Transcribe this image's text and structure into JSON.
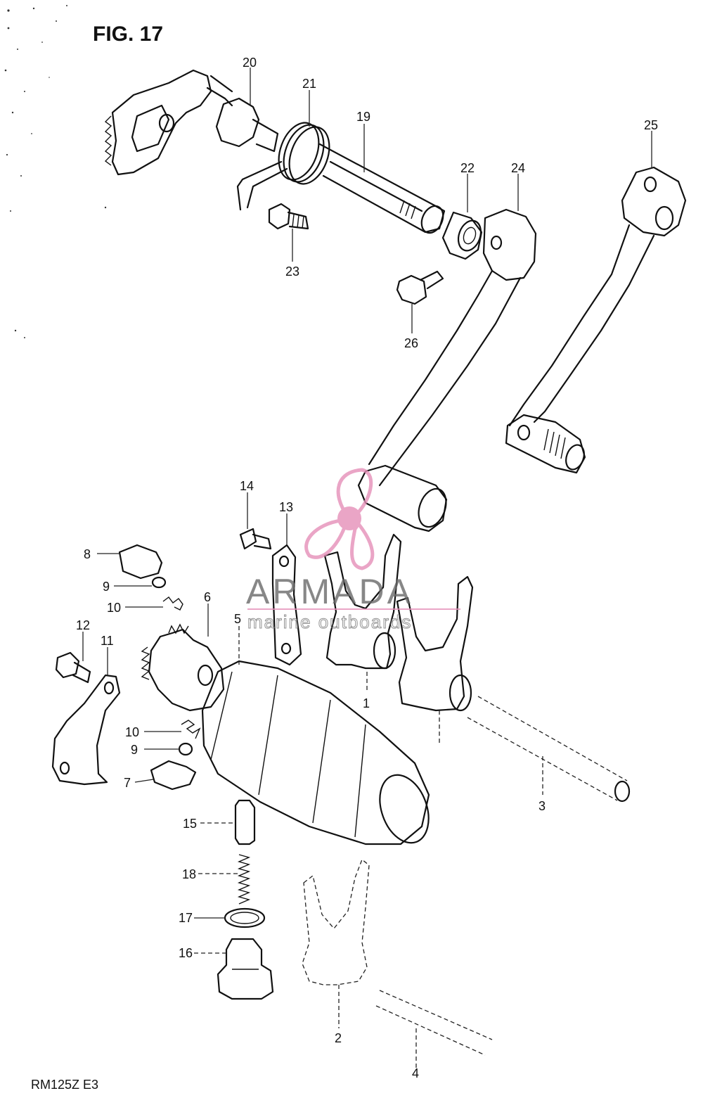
{
  "diagram": {
    "title": "FIG. 17",
    "model_code": "RM125Z E3"
  },
  "callouts": [
    {
      "id": "c1",
      "label": "1"
    },
    {
      "id": "c2",
      "label": "2"
    },
    {
      "id": "c3",
      "label": "3"
    },
    {
      "id": "c4",
      "label": "4"
    },
    {
      "id": "c5",
      "label": "5"
    },
    {
      "id": "c6",
      "label": "6"
    },
    {
      "id": "c7",
      "label": "7"
    },
    {
      "id": "c8",
      "label": "8"
    },
    {
      "id": "c9a",
      "label": "9"
    },
    {
      "id": "c9b",
      "label": "9"
    },
    {
      "id": "c10a",
      "label": "10"
    },
    {
      "id": "c10b",
      "label": "10"
    },
    {
      "id": "c11",
      "label": "11"
    },
    {
      "id": "c12",
      "label": "12"
    },
    {
      "id": "c13",
      "label": "13"
    },
    {
      "id": "c14",
      "label": "14"
    },
    {
      "id": "c15",
      "label": "15"
    },
    {
      "id": "c16",
      "label": "16"
    },
    {
      "id": "c17",
      "label": "17"
    },
    {
      "id": "c18",
      "label": "18"
    },
    {
      "id": "c19",
      "label": "19"
    },
    {
      "id": "c20",
      "label": "20"
    },
    {
      "id": "c21",
      "label": "21"
    },
    {
      "id": "c22",
      "label": "22"
    },
    {
      "id": "c23",
      "label": "23"
    },
    {
      "id": "c24",
      "label": "24"
    },
    {
      "id": "c25",
      "label": "25"
    },
    {
      "id": "c26",
      "label": "26"
    }
  ],
  "watermark": {
    "brand": "ARMADA",
    "tagline": "marine outboards",
    "accent_color": "#e58fb8"
  }
}
